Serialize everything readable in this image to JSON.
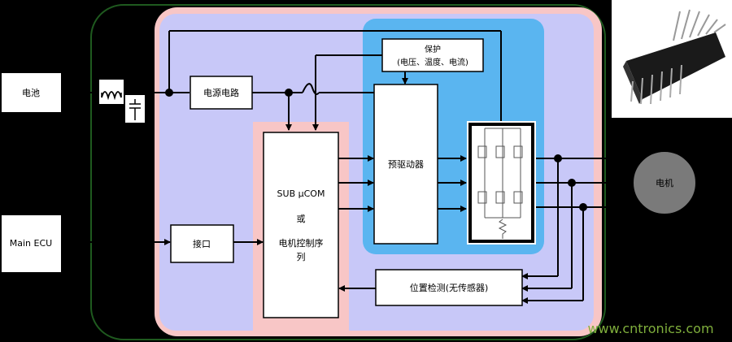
{
  "labels": {
    "power_source": "电池",
    "main_ecu": "Main ECU",
    "power_circuit": "电源电路",
    "interface": "接口",
    "protection_line1": "保护",
    "protection_line2": "(电压、温度、电流)",
    "mcu_line1": "SUB µCOM",
    "mcu_line2": "或",
    "mcu_line3": "电机控制序",
    "mcu_line4": "列",
    "pre_driver": "预驱动器",
    "position_detect": "位置检测(无传感器)",
    "motor": "电机",
    "watermark": "www.cntronics.com"
  },
  "colors": {
    "background": "#000000",
    "outer_panel_border": "#1f5a1f",
    "pink_region": "#f8c6c6",
    "lavender_region": "#c8c8f8",
    "blue_region": "#5ab5f0",
    "motor_fill": "#7a7a7a",
    "watermark": "#7fae3c"
  },
  "icons": {
    "inductor": "inductor-coil-icon",
    "capacitor": "capacitor-icon",
    "inverter": "mosfet-bridge-icon",
    "shunt": "resistor-icon",
    "module_photo": "ipm-module-photo"
  }
}
